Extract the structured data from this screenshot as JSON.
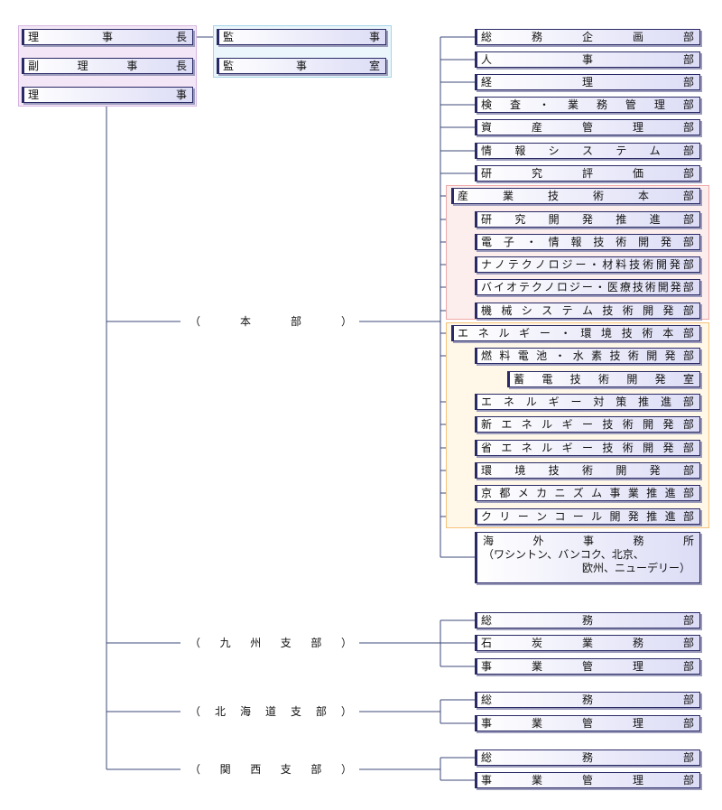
{
  "executives": {
    "chairman": "理事長",
    "vice_chairman": "副理事長",
    "director": "理事"
  },
  "auditors": {
    "auditor": "監事",
    "audit_office": "監事室"
  },
  "branches": {
    "headquarters": "（本部）",
    "kyushu": "（九州支部）",
    "hokkaido": "（北海道支部）",
    "kansai": "（関西支部）"
  },
  "hq_departments": {
    "general_affairs": "総務企画部",
    "personnel": "人事部",
    "accounting": "経理部",
    "inspection": "検査・業務管理部",
    "asset": "資産管理部",
    "info_system": "情報システム部",
    "research_eval": "研究評価部"
  },
  "industrial_tech": {
    "head": "産業技術本部",
    "research_dev": "研究開発推進部",
    "electronics": "電子・情報技術開発部",
    "nanotech": "ナノテクノロジー・材料技術開発部",
    "biotech": "バイオテクノロジー・医療技術開発部",
    "machinery": "機械システム技術開発部"
  },
  "energy_env": {
    "head": "エネルギー・環境技術本部",
    "fuel_cell": "燃料電池・水素技術開発部",
    "storage": "蓄電技術開発室",
    "energy_policy": "エネルギー対策推進部",
    "new_energy": "新エネルギー技術開発部",
    "energy_saving": "省エネルギー技術開発部",
    "environment": "環境技術開発部",
    "kyoto": "京都メカニズム事業推進部",
    "clean_coal": "クリーンコール開発推進部"
  },
  "overseas": {
    "line1": "海外事務所",
    "line2": "（ワシントン、バンコク、北京、",
    "line3": "欧州、ニューデリー）"
  },
  "kyushu_departments": {
    "general": "総務部",
    "coal": "石炭業務部",
    "business": "事業管理部"
  },
  "hokkaido_departments": {
    "general": "総務部",
    "business": "事業管理部"
  },
  "kansai_departments": {
    "general": "総務部",
    "business": "事業管理部"
  },
  "colors": {
    "line": "#3c4a7a",
    "box_border": "#2a2a66",
    "box_fill_end": "#dcdcf6",
    "exec_region_fill": "#f3e6f7",
    "exec_region_border": "#d6b6e0",
    "audit_region_fill": "#eaf6fb",
    "audit_region_border": "#a6d4e6",
    "industrial_region_fill": "#fdeeee",
    "industrial_region_border": "#f0a8a8",
    "energy_region_fill": "#fff8e8",
    "energy_region_border": "#f6c27a"
  }
}
